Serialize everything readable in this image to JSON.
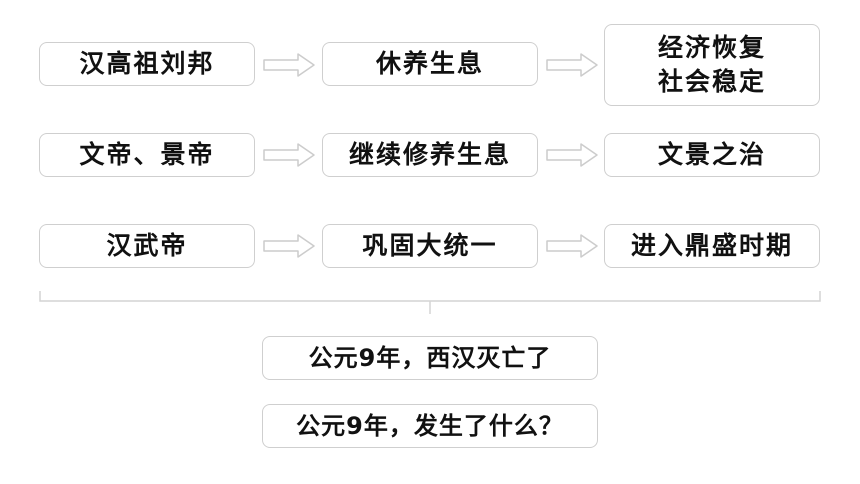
{
  "colors": {
    "border": "#cfcfcf",
    "text": "#111111",
    "arrow": "#cccccc"
  },
  "rows": [
    {
      "cause": "汉高祖刘邦",
      "policy": "休养生息",
      "result_lines": [
        "经济恢复",
        "社会稳定"
      ]
    },
    {
      "cause": "文帝、景帝",
      "policy": "继续修养生息",
      "result_lines": [
        "文景之治"
      ]
    },
    {
      "cause": "汉武帝",
      "policy": "巩固大统一",
      "result_lines": [
        "进入鼎盛时期"
      ]
    }
  ],
  "conclusion": "公元9年，西汉灭亡了",
  "question": "公元9年，发生了什么？"
}
